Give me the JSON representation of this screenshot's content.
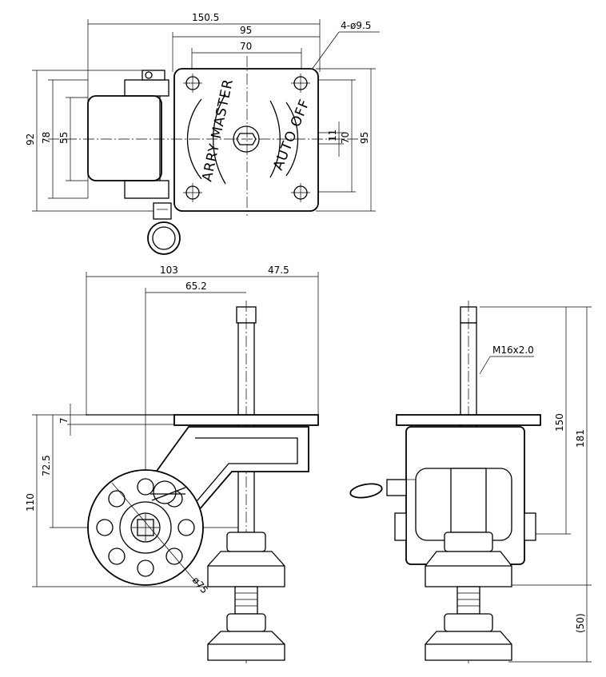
{
  "top_view": {
    "dim_overall_width": "150.5",
    "dim_plate_width": "95",
    "dim_hole_spacing_x": "70",
    "dim_holes": "4-ø9.5",
    "dim_overall_height": "92",
    "dim_wheel_width": "78",
    "dim_wheel_inner": "55",
    "dim_hex": "11",
    "dim_hole_spacing_y": "70",
    "dim_plate_height": "95",
    "label_arrow_left": "ARRY MASTER",
    "label_arrow_right": "AUTO OFF"
  },
  "side_view": {
    "dim_total_left": "103",
    "dim_right": "47.5",
    "dim_offset": "65.2",
    "dim_plate_thick": "7",
    "dim_axle_height": "72.5",
    "dim_total_height": "110",
    "dim_wheel_dia": "ø75"
  },
  "front_view": {
    "dim_thread": "M16x2.0",
    "dim_stem": "150",
    "dim_overall": "181",
    "dim_foot_travel": "(50)"
  }
}
